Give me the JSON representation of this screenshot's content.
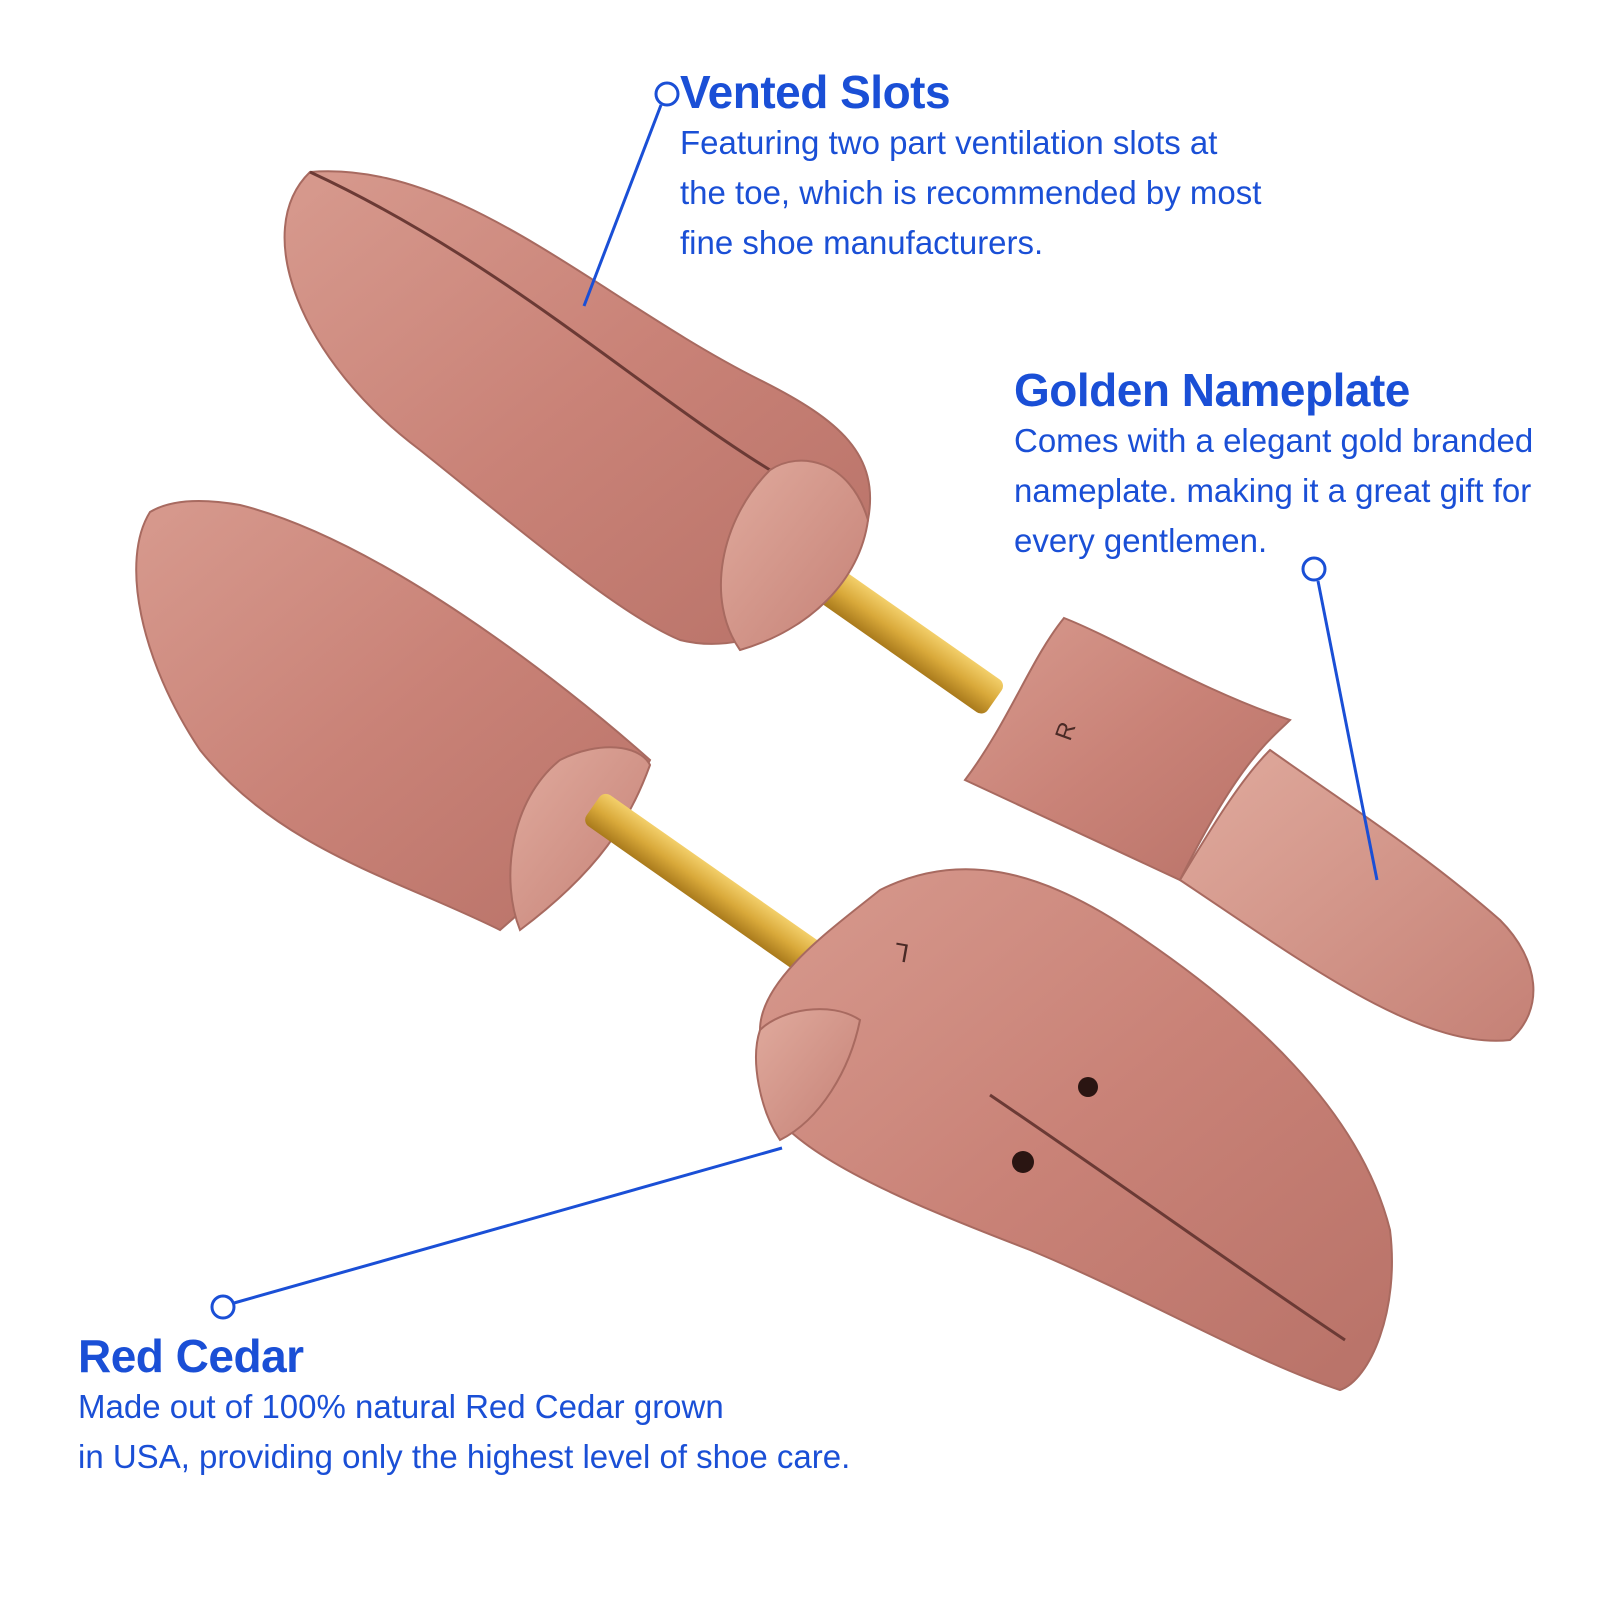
{
  "colors": {
    "accent": "#1a4fd6",
    "cedar": "#c98a80",
    "brass": "#d9a93a",
    "background": "#ffffff"
  },
  "marks": {
    "right_heel": "R",
    "left_heel": "L"
  },
  "callouts": {
    "vented_slots": {
      "title": "Vented Slots",
      "lines": [
        "Featuring two part ventilation slots at",
        "the toe, which is recommended by most",
        "fine shoe manufacturers."
      ]
    },
    "golden_nameplate": {
      "title": "Golden Nameplate",
      "lines": [
        "Comes with a elegant gold branded",
        "nameplate. making it a great gift for",
        "every gentlemen."
      ]
    },
    "red_cedar": {
      "title": "Red Cedar",
      "lines": [
        "Made out of 100% natural Red Cedar grown",
        "in USA, providing only the highest level of shoe care."
      ]
    }
  }
}
